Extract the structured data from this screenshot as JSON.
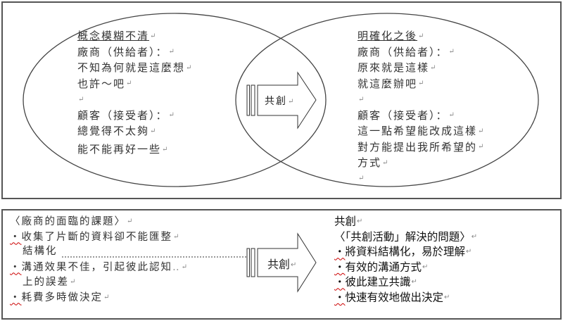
{
  "top_panel": {
    "left_ellipse": {
      "title": "概念模糊不清",
      "supplier_label": "廠商（供給者）：",
      "supplier_lines": [
        "不知為何就是這麼想",
        "也許～吧"
      ],
      "customer_label": "顧客（接受者）：",
      "customer_lines": [
        "總覺得不太夠",
        "能不能再好一些"
      ]
    },
    "arrow": {
      "label": "共創"
    },
    "right_ellipse": {
      "title": "明確化之後",
      "supplier_label": "廠商（供給者）：",
      "supplier_lines": [
        "原來就是這樣",
        "就這麼辦吧"
      ],
      "customer_label": "顧客（接受者）：",
      "customer_lines": [
        "這一點希望能改成這樣",
        "對方能提出我所希望的",
        "方式"
      ]
    }
  },
  "bottom_panel": {
    "left": {
      "heading": "〈廠商的面臨的課題〉",
      "bullets": [
        {
          "marker": "・",
          "line1": "收集了片斷的資料卻不能匯整",
          "line2": "結構化"
        },
        {
          "marker": "・",
          "line1": "溝通效果不佳，引起彼此認知",
          "line2": "上的誤差"
        },
        {
          "marker": "・",
          "line1": "耗費多時做決定",
          "line2": ""
        }
      ]
    },
    "arrow": {
      "label": "共創"
    },
    "right": {
      "title": "共創",
      "heading": "〈「共創活動」解決的問題〉",
      "bullets": [
        {
          "marker": "・",
          "text": "將資料結構化，易於理解"
        },
        {
          "marker": "・",
          "text": "有效的溝通方式"
        },
        {
          "marker": "・",
          "text": "彼此建立共識"
        },
        {
          "marker": "・",
          "text": "快速有效地做出決定"
        }
      ]
    }
  },
  "paragraph_mark": "↵",
  "colors": {
    "border": "#555555",
    "outline": "#444444",
    "spellcheck": "#cc0000"
  }
}
